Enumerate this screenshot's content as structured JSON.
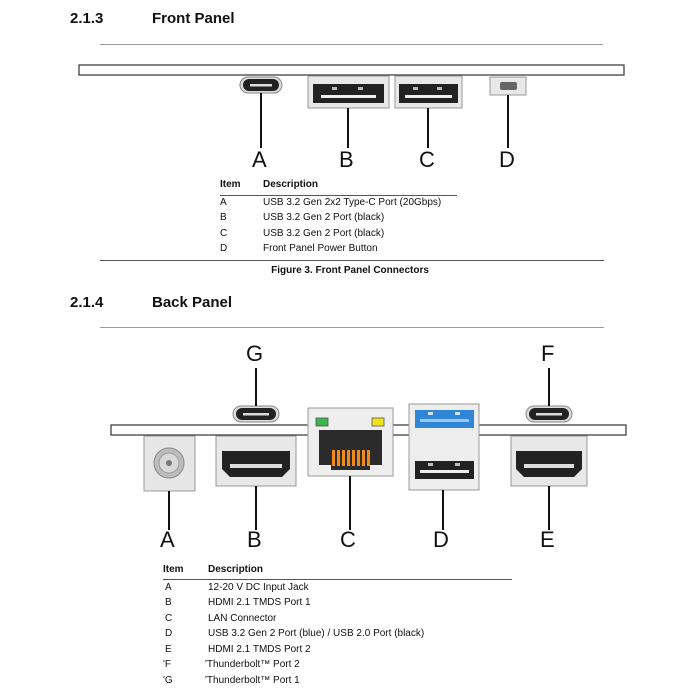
{
  "front": {
    "number": "2.1.3",
    "title": "Front Panel",
    "callouts": [
      "A",
      "B",
      "C",
      "D"
    ],
    "table": {
      "headers": [
        "Item",
        "Description"
      ],
      "rows": [
        [
          "A",
          "USB 3.2 Gen 2x2 Type-C Port (20Gbps)"
        ],
        [
          "B",
          "USB 3.2 Gen 2 Port (black)"
        ],
        [
          "C",
          "USB 3.2 Gen 2 Port (black)"
        ],
        [
          "D",
          "Front Panel Power Button"
        ]
      ]
    },
    "caption": "Figure 3.  Front Panel Connectors"
  },
  "back": {
    "number": "2.1.4",
    "title": "Back Panel",
    "callouts": [
      "A",
      "B",
      "C",
      "D",
      "E",
      "F",
      "G"
    ],
    "table": {
      "headers": [
        "Item",
        "Description"
      ],
      "rows": [
        [
          "A",
          "12-20 V DC Input Jack"
        ],
        [
          "B",
          "HDMI 2.1 TMDS Port 1"
        ],
        [
          "C",
          "LAN Connector"
        ],
        [
          "D",
          "USB 3.2 Gen 2 Port (blue) / USB 2.0 Port (black)"
        ],
        [
          "E",
          "HDMI 2.1 TMDS Port 2"
        ],
        [
          "'F",
          "'Thunderbolt™ Port 2"
        ],
        [
          "'G",
          "'Thunderbolt™ Port 1"
        ]
      ]
    }
  },
  "colors": {
    "usb_blue": "#2f86d6",
    "led_green": "#3cb54a",
    "led_yellow": "#f2e21c",
    "pin_orange": "#f08a1c"
  }
}
